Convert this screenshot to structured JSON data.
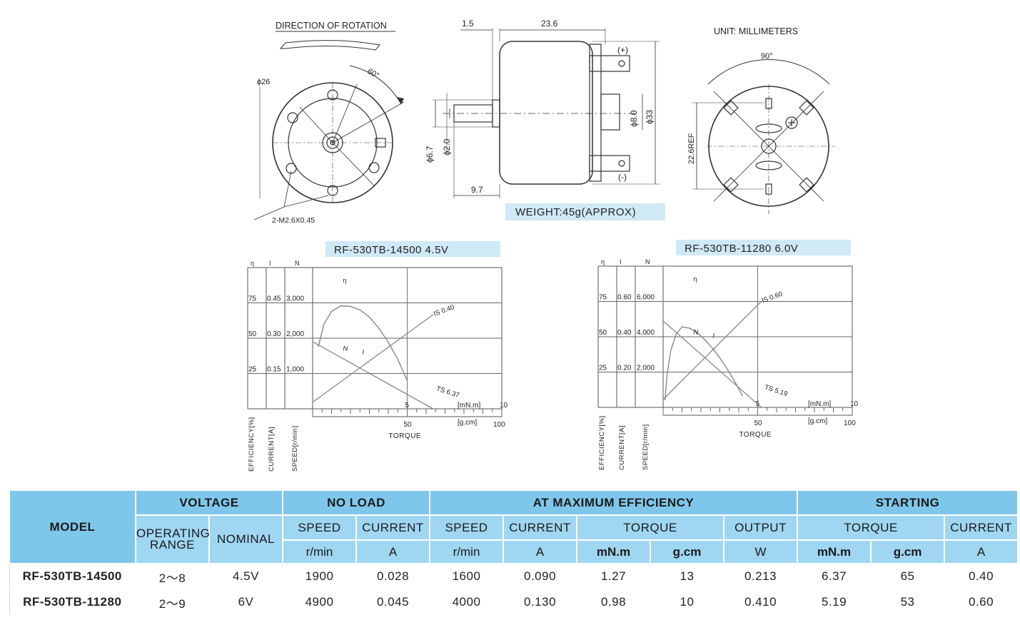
{
  "drawing": {
    "direction_label": "DIRECTION OF ROTATION",
    "angle_label": "60°",
    "diameter_label": "ϕ26",
    "screw_label": "2-M2.6X0.45",
    "dim_shaft_len": "1.5",
    "dim_body_len": "23.6",
    "dim_shaft_dia": "ϕ6.7",
    "dim_shaft_inner": "ϕ2.0",
    "dim_boss": "ϕ8.0",
    "dim_body_dia": "ϕ33",
    "dim_shaft_ext": "9.7",
    "plus_label": "(+)",
    "minus_label": "(-)",
    "weight": "WEIGHT:45g(APPROX)",
    "unit": "UNIT:  MILLIMETERS",
    "rear_angle": "90°",
    "rear_ref": "22.6REF"
  },
  "chart_data": [
    {
      "type": "line",
      "title": "RF-530TB-14500        4.5V",
      "axis_symbols": [
        "η",
        "I",
        "N"
      ],
      "eff_ticks": [
        "75",
        "50",
        "25"
      ],
      "cur_ticks": [
        "0.45",
        "0.30",
        "0.15"
      ],
      "spd_ticks": [
        "3,000",
        "2,000",
        "1,000"
      ],
      "xlabel": "TORQUE",
      "unit_mnm": "[mN.m]",
      "unit_gcm": "[g.cm]",
      "x_ticks_mnm": [
        "5",
        "10"
      ],
      "x_ticks_gcm": [
        "50",
        "100"
      ],
      "ylabels": [
        "EFFICIENCY[%]",
        "CURRENT[A]",
        "SPEED[r/min]"
      ],
      "xlim_mnm": [
        0,
        10
      ],
      "series": [
        {
          "name": "η",
          "x": [
            0.3,
            0.6,
            1.0,
            1.5,
            2.0,
            2.5,
            3.0,
            3.5,
            4.0,
            4.5,
            5.0
          ],
          "values": [
            44,
            60,
            69,
            73,
            72.5,
            70,
            65,
            57,
            47,
            35,
            20
          ]
        },
        {
          "name": "N",
          "x": [
            0,
            6.37
          ],
          "values": [
            1900,
            0
          ]
        },
        {
          "name": "I",
          "x": [
            0,
            6.37
          ],
          "values": [
            0.028,
            0.4
          ]
        }
      ],
      "series_labels": [
        "η",
        "N",
        "I",
        "IS 0.40",
        "TS 6.37"
      ]
    },
    {
      "type": "line",
      "title": "RF-530TB-11280        6.0V",
      "axis_symbols": [
        "η",
        "I",
        "N"
      ],
      "eff_ticks": [
        "75",
        "50",
        "25"
      ],
      "cur_ticks": [
        "0.60",
        "0.40",
        "0.20"
      ],
      "spd_ticks": [
        "6,000",
        "4,000",
        "2,000"
      ],
      "xlabel": "TORQUE",
      "unit_mnm": "[mN.m]",
      "unit_gcm": "[g.cm]",
      "x_ticks_mnm": [
        "5",
        "10"
      ],
      "x_ticks_gcm": [
        "50",
        "100"
      ],
      "ylabels": [
        "EFFICIENCY[%]",
        "CURRENT[A]",
        "SPEED[r/min]"
      ],
      "xlim_mnm": [
        0,
        10
      ],
      "series": [
        {
          "name": "η",
          "x": [
            0.1,
            0.2,
            0.4,
            0.7,
            1.0,
            1.4,
            1.8,
            2.2,
            2.6,
            3.0,
            3.4,
            3.8,
            4.2
          ],
          "values": [
            5,
            22,
            40,
            52,
            57,
            56,
            53,
            48,
            42,
            35,
            27,
            18,
            8
          ]
        },
        {
          "name": "N",
          "x": [
            0,
            5.19
          ],
          "values": [
            4900,
            0
          ]
        },
        {
          "name": "I",
          "x": [
            0,
            5.19
          ],
          "values": [
            0.045,
            0.6
          ]
        }
      ],
      "series_labels": [
        "η",
        "N",
        "I",
        "IS 0.60",
        "TS 5.19"
      ]
    }
  ],
  "table": {
    "model": "MODEL",
    "voltage": "VOLTAGE",
    "no_load": "NO LOAD",
    "max_eff": "AT MAXIMUM EFFICIENCY",
    "starting": "STARTING",
    "operating": "OPERATING",
    "range": "RANGE",
    "nominal": "NOMINAL",
    "speed": "SPEED",
    "current": "CURRENT",
    "torque": "TORQUE",
    "output": "OUTPUT",
    "u_rmin": "r/min",
    "u_a": "A",
    "u_mnm": "mN.m",
    "u_gcm": "g.cm",
    "u_w": "W",
    "rows": [
      [
        "RF-530TB-14500",
        "2～8",
        "4.5V",
        "1900",
        "0.028",
        "1600",
        "0.090",
        "1.27",
        "13",
        "0.213",
        "6.37",
        "65",
        "0.40"
      ],
      [
        "RF-530TB-11280",
        "2～9",
        "6V",
        "4900",
        "0.045",
        "4000",
        "0.130",
        "0.98",
        "10",
        "0.410",
        "5.19",
        "53",
        "0.60"
      ]
    ]
  }
}
